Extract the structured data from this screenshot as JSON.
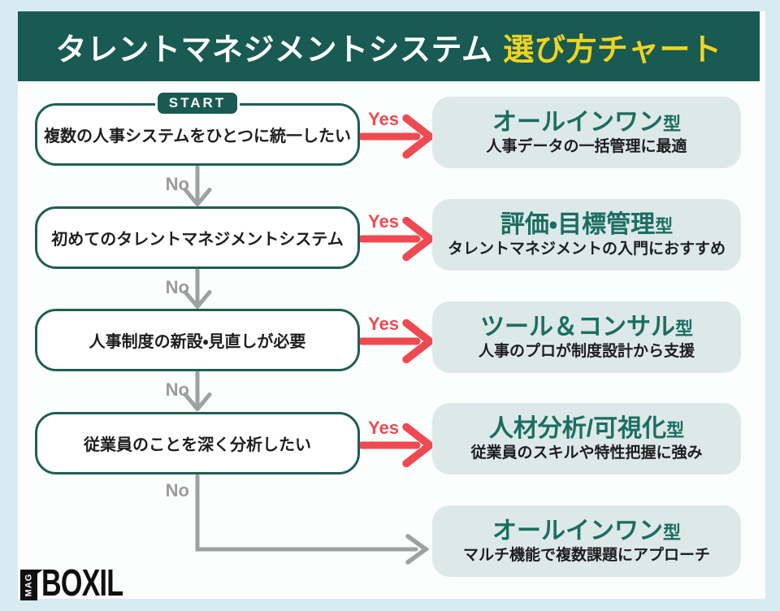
{
  "header": {
    "title_main": "タレントマネジメントシステム",
    "title_accent": "選び方チャート"
  },
  "labels": {
    "start": "START",
    "yes": "Yes",
    "no": "No"
  },
  "flow": {
    "questions": [
      {
        "text": "複数の人事システムをひとつに統一したい"
      },
      {
        "text": "初めてのタレントマネジメントシステム"
      },
      {
        "text": "人事制度の新設・見直しが必要"
      },
      {
        "text": "従業員のことを深く分析したい"
      }
    ],
    "results": [
      {
        "title": "オールインワン",
        "type_suffix": "型",
        "description": "人事データの一括管理に最適"
      },
      {
        "title": "評価・目標管理",
        "type_suffix": "型",
        "description": "タレントマネジメントの入門におすすめ"
      },
      {
        "title": "ツール＆コンサル",
        "type_suffix": "型",
        "description": "人事のプロが制度設計から支援"
      },
      {
        "title": "人材分析/可視化",
        "type_suffix": "型",
        "description": "従業員のスキルや特性把握に強み"
      },
      {
        "title": "オールインワン",
        "type_suffix": "型",
        "description": "マルチ機能で複数課題にアプローチ"
      }
    ]
  },
  "footer": {
    "logo_mag": "MAG",
    "logo_brand": "BOXIL"
  },
  "colors": {
    "banner_teal": "#195a52",
    "accent_yellow": "#f0d321",
    "box_border_teal": "#1d5f56",
    "yes_red": "#ef4a51",
    "no_gray": "#9b9b9b",
    "result_bg": "#dde8e9",
    "result_title_teal": "#1a6e60",
    "frame_bg": "#d7ebf1"
  }
}
